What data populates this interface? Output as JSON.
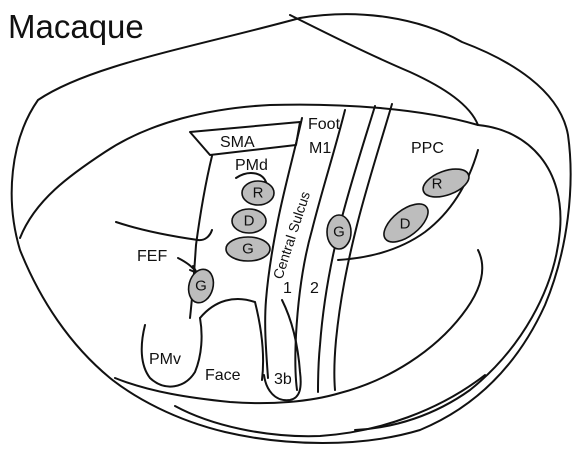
{
  "title": "Macaque",
  "labels": {
    "sma": "SMA",
    "pmd": "PMd",
    "foot": "Foot",
    "m1": "M1",
    "ppc": "PPC",
    "fef": "FEF",
    "pmv": "PMv",
    "face": "Face",
    "area_3b": "3b",
    "area_1": "1",
    "area_2": "2",
    "central_sulcus": "Central Sulcus"
  },
  "ovals": {
    "pmd_r": "R",
    "pmd_d": "D",
    "pmd_g": "G",
    "pmv_g": "G",
    "s1_g": "G",
    "ppc_r": "R",
    "ppc_d": "D"
  },
  "colors": {
    "oval_fill": "#bdbdbd",
    "line": "#111111"
  }
}
